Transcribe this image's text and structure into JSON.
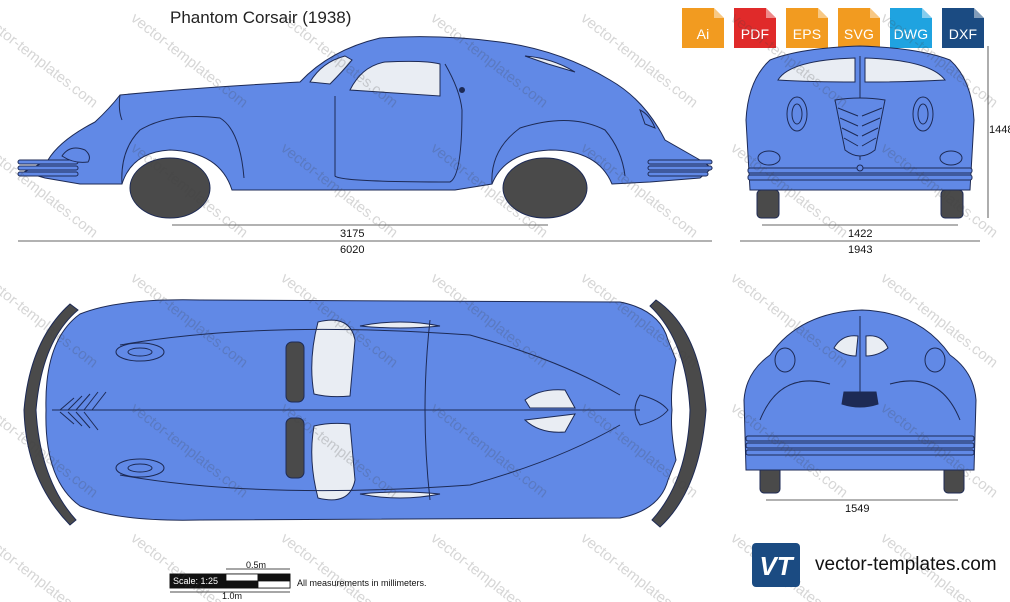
{
  "title": "Phantom Corsair (1938)",
  "watermark": "vector-templates.com",
  "formats": [
    {
      "label": "Ai",
      "color": "#f29b20"
    },
    {
      "label": "PDF",
      "color": "#e02a2a"
    },
    {
      "label": "EPS",
      "color": "#f29b20"
    },
    {
      "label": "SVG",
      "color": "#f29b20"
    },
    {
      "label": "DWG",
      "color": "#1fa3e0"
    },
    {
      "label": "DXF",
      "color": "#1b4b82"
    }
  ],
  "dimensions": {
    "wheelbase": "3175",
    "length": "6020",
    "height": "1448",
    "front_track": "1422",
    "width": "1943",
    "rear_track": "1549"
  },
  "scale": {
    "label": "Scale: 1:25",
    "half_meter": "0.5m",
    "one_meter": "1.0m",
    "note": "All measurements in millimeters."
  },
  "brand": {
    "name": "vector-templates.com",
    "badge": "VT"
  },
  "colors": {
    "body": "#6189e6",
    "outline": "#1d2a55",
    "glass": "#e9edf3",
    "tire": "#4a4a4a"
  }
}
